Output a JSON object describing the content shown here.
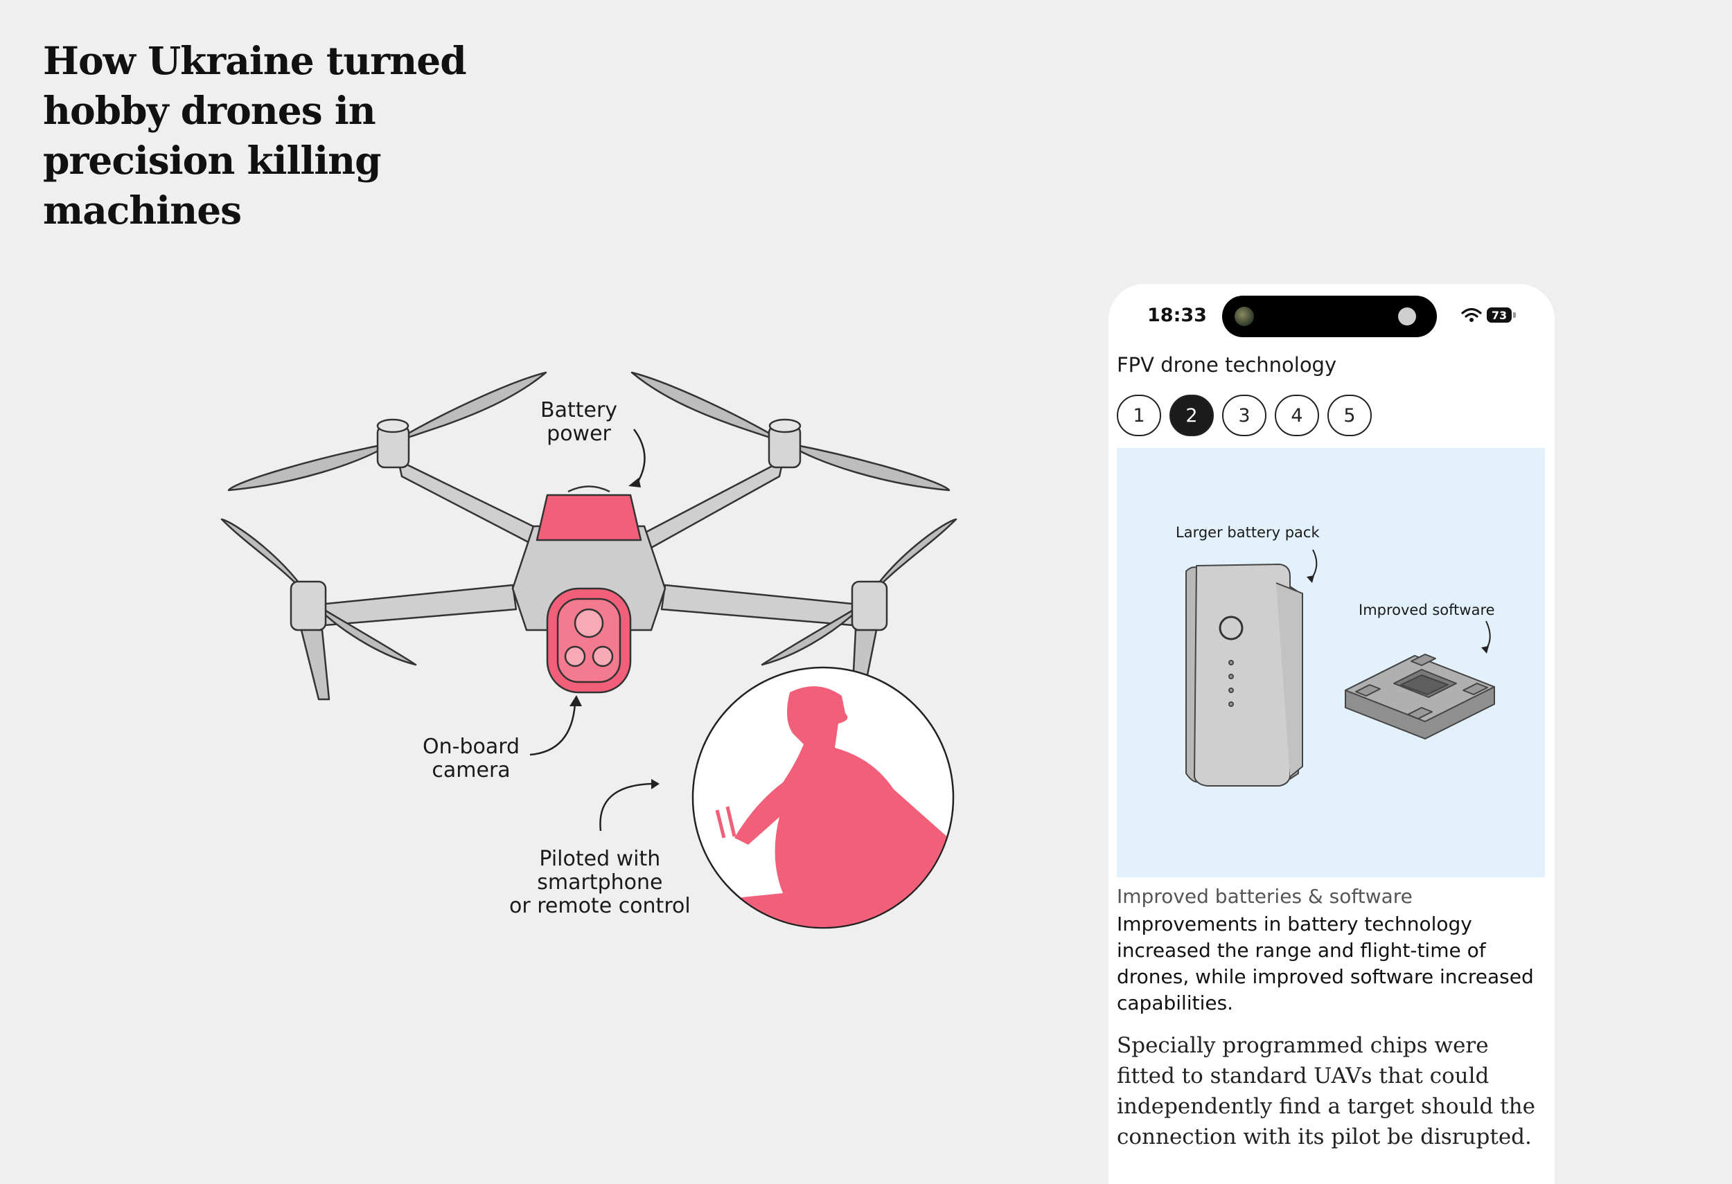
{
  "headline": "How Ukraine turned hobby drones in precision killing machines",
  "illustration": {
    "labels": {
      "battery": [
        "Battery",
        "power"
      ],
      "camera": [
        "On-board",
        "camera"
      ],
      "piloted": [
        "Piloted with",
        "smartphone",
        "or remote control"
      ]
    },
    "colors": {
      "accent": "#f25f78",
      "drone_body": "#c9c9c9",
      "outline": "#333333"
    }
  },
  "phone": {
    "status_time": "18:33",
    "battery_level": "73",
    "section_title": "FPV drone technology",
    "steps": [
      "1",
      "2",
      "3",
      "4",
      "5"
    ],
    "active_step": "2",
    "panel": {
      "background": "#e2f1fb",
      "labels": {
        "battery_pack": "Larger battery pack",
        "software": "Improved software"
      }
    },
    "caption_title": "Improved batteries & software",
    "caption_body": "Improvements in battery technology increased the range and flight-time of drones, while improved software increased capabilities.",
    "body_text": "Specially programmed chips were fitted to standard UAVs that could independently find a target should the connection with its pilot be disrupted."
  }
}
